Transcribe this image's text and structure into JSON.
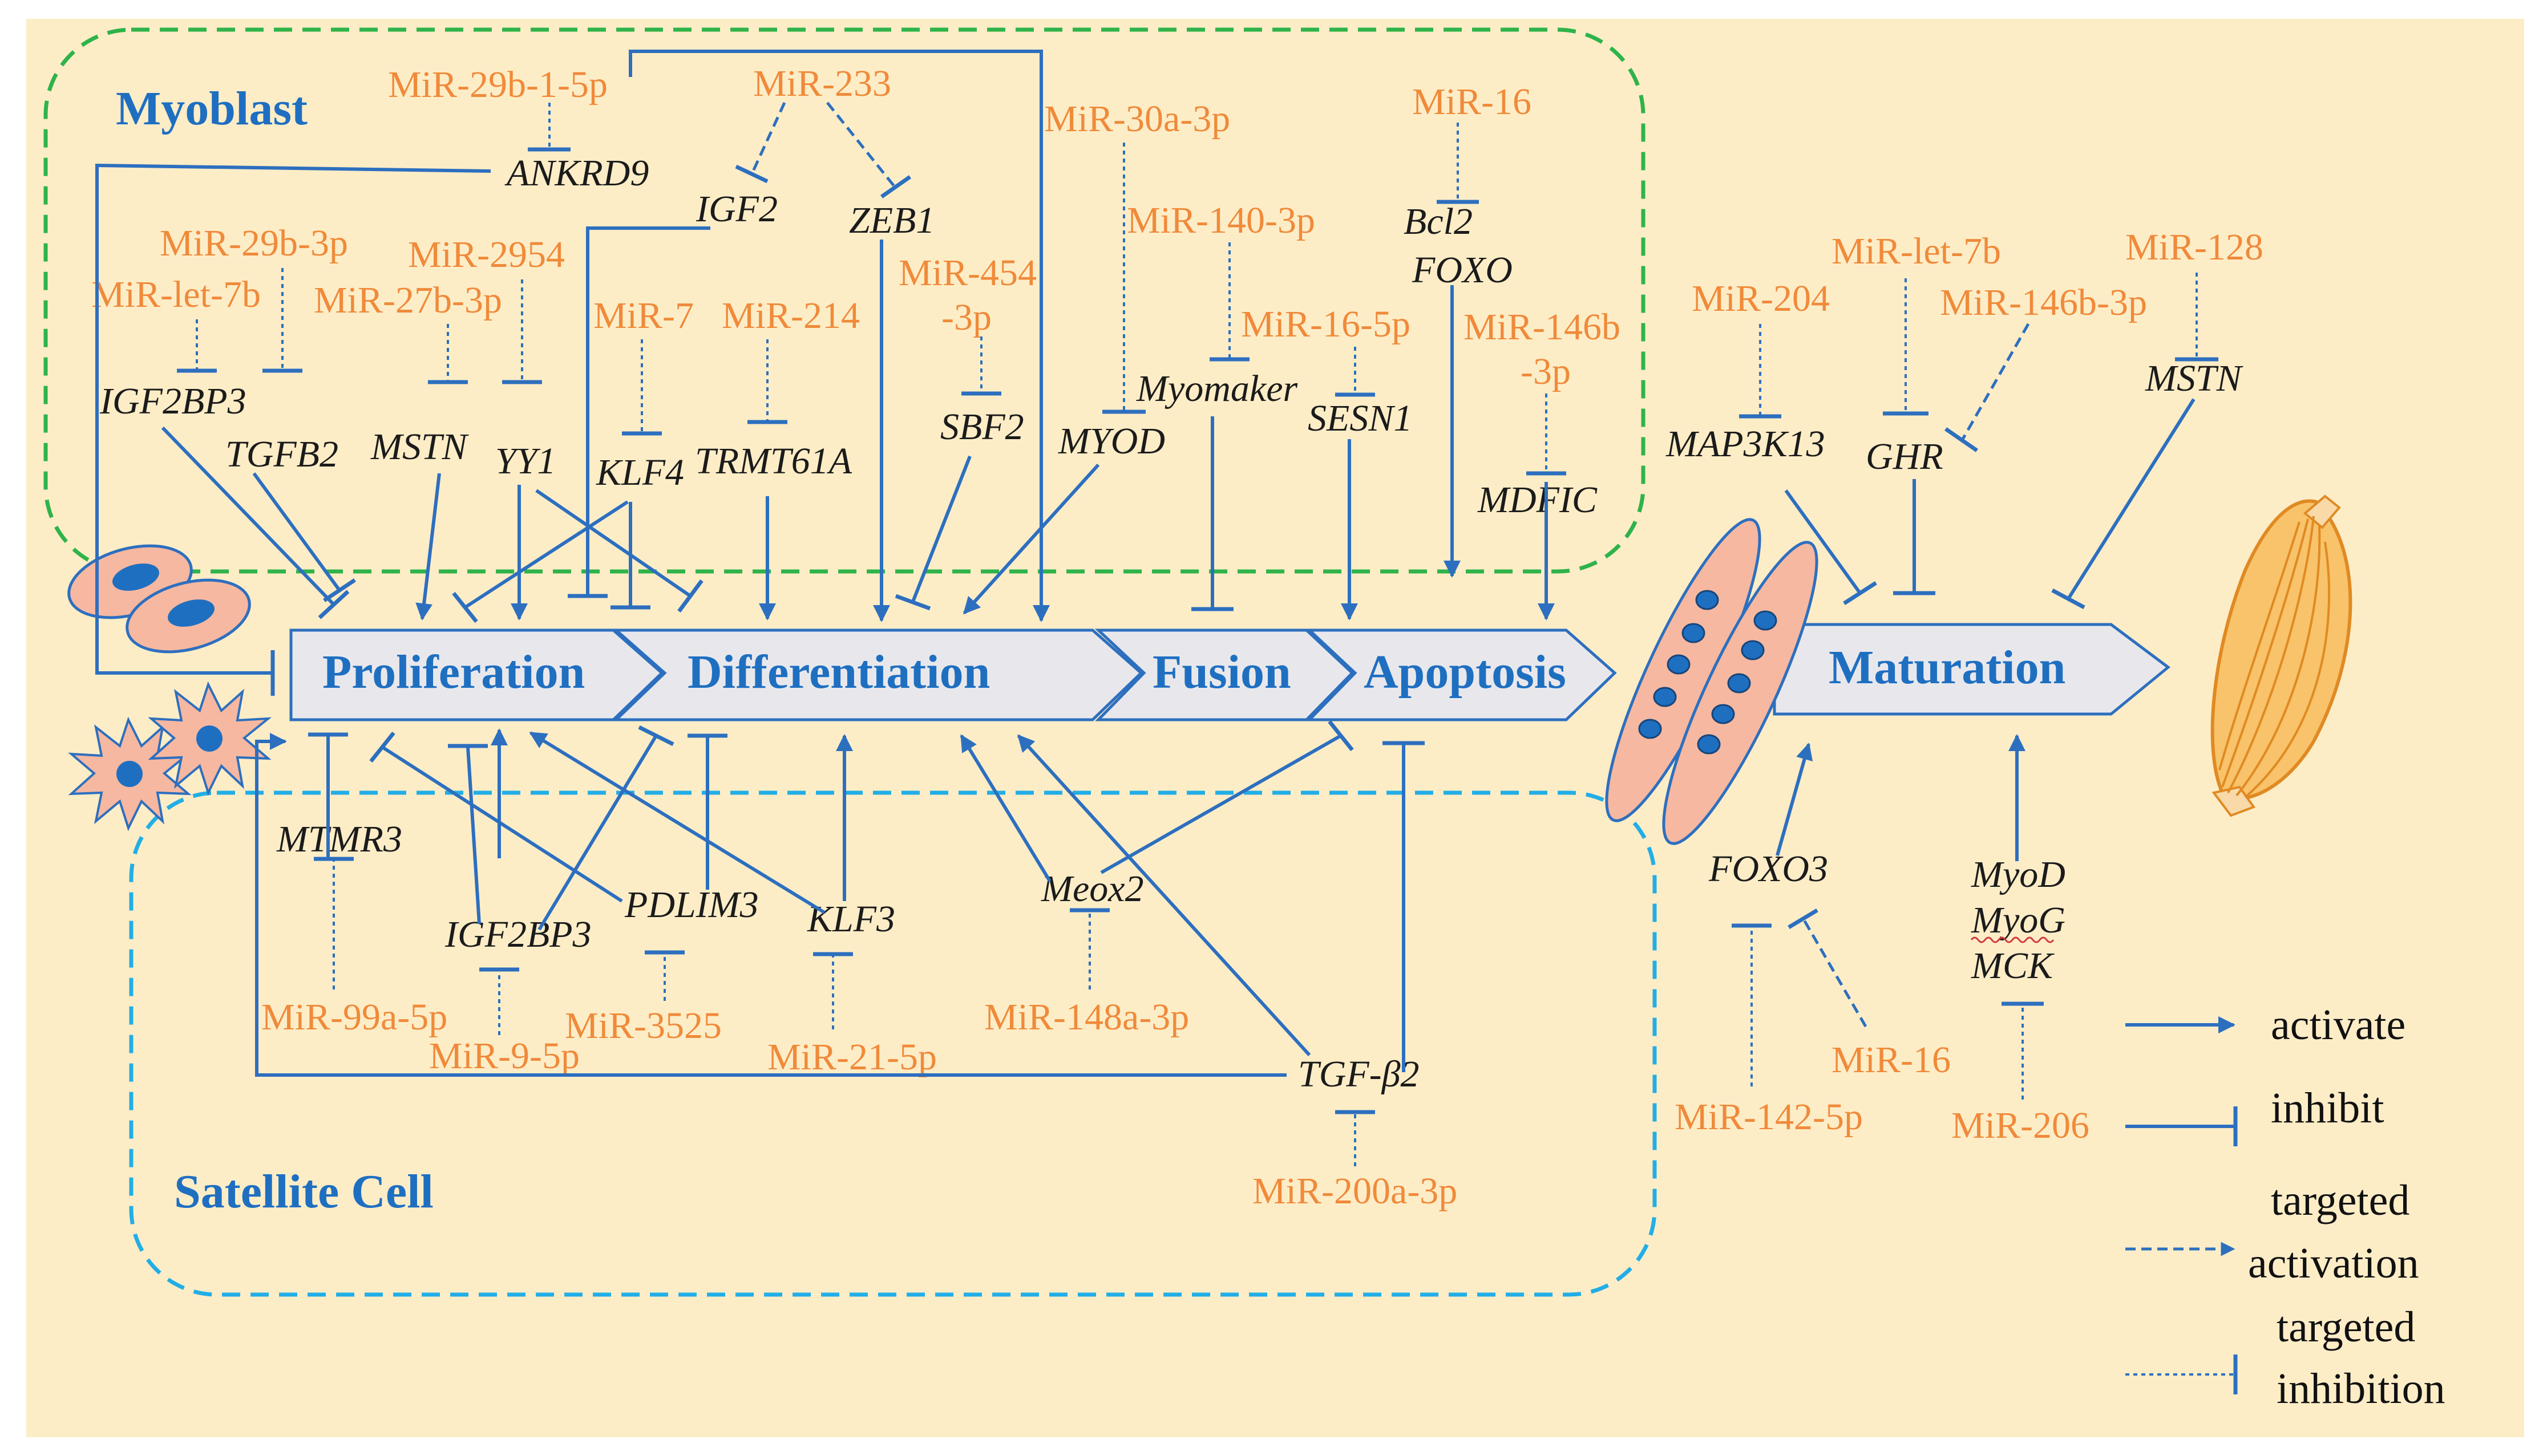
{
  "regions": {
    "myoblast": "Myoblast",
    "satellite": "Satellite Cell"
  },
  "stages": {
    "proliferation": "Proliferation",
    "differentiation": "Differentiation",
    "fusion": "Fusion",
    "apoptosis": "Apoptosis",
    "maturation": "Maturation"
  },
  "mirnas": {
    "mir29b1_5p": "MiR-29b-1-5p",
    "mir233": "MiR-233",
    "mir30a_3p": "MiR-30a-3p",
    "mir16_top": "MiR-16",
    "mir29b_3p": "MiR-29b-3p",
    "mir2954": "MiR-2954",
    "mirlet7b_left": "MiR-let-7b",
    "mir27b_3p": "MiR-27b-3p",
    "mir7": "MiR-7",
    "mir214": "MiR-214",
    "mir454_a": "MiR-454",
    "mir454_b": "-3p",
    "mir140_3p": "MiR-140-3p",
    "mir16_5p": "MiR-16-5p",
    "mir146b_a": "MiR-146b",
    "mir146b_b": "-3p",
    "mirlet7b_right": "MiR-let-7b",
    "mir128": "MiR-128",
    "mir204": "MiR-204",
    "mir146b_3p": "MiR-146b-3p",
    "mir99a_5p": "MiR-99a-5p",
    "mir9_5p": "MiR-9-5p",
    "mir3525": "MiR-3525",
    "mir21_5p": "MiR-21-5p",
    "mir148a_3p": "MiR-148a-3p",
    "mir200a_3p": "MiR-200a-3p",
    "mir142_5p": "MiR-142-5p",
    "mir16_bottom": "MiR-16",
    "mir206": "MiR-206"
  },
  "genes": {
    "ankrd9": "ANKRD9",
    "igf2": "IGF2",
    "zeb1": "ZEB1",
    "bcl2": "Bcl2",
    "foxo": "FOXO",
    "igf2bp3_top": "IGF2BP3",
    "tgfb2": "TGFB2",
    "mstn_left": "MSTN",
    "yy1": "YY1",
    "klf4": "KLF4",
    "trmt61a": "TRMT61A",
    "sbf2": "SBF2",
    "myod": "MYOD",
    "myomaker": "Myomaker",
    "sesn1": "SESN1",
    "mdfic": "MDFIC",
    "map3k13": "MAP3K13",
    "ghr": "GHR",
    "mstn_right": "MSTN",
    "mtmr3": "MTMR3",
    "igf2bp3_bottom": "IGF2BP3",
    "pdlim3": "PDLIM3",
    "klf3": "KLF3",
    "meox2": "Meox2",
    "tgfb2_bottom": "TGF-β2",
    "foxo3": "FOXO3",
    "myod_m": "MyoD",
    "myog": "MyoG",
    "mck": "MCK"
  },
  "legend": {
    "activate": "activate",
    "inhibit": "inhibit",
    "targeted1": "targeted",
    "activation": "activation",
    "targeted2": "targeted",
    "inhibition": "inhibition"
  },
  "colors": {
    "background": "#fdedc7",
    "mirna_text": "#f08a3a",
    "arrow": "#2d6fbf",
    "myoblast_border": "#2fb34a",
    "satellite_border": "#22aee6",
    "stage_fill": "#e8e8ec"
  }
}
